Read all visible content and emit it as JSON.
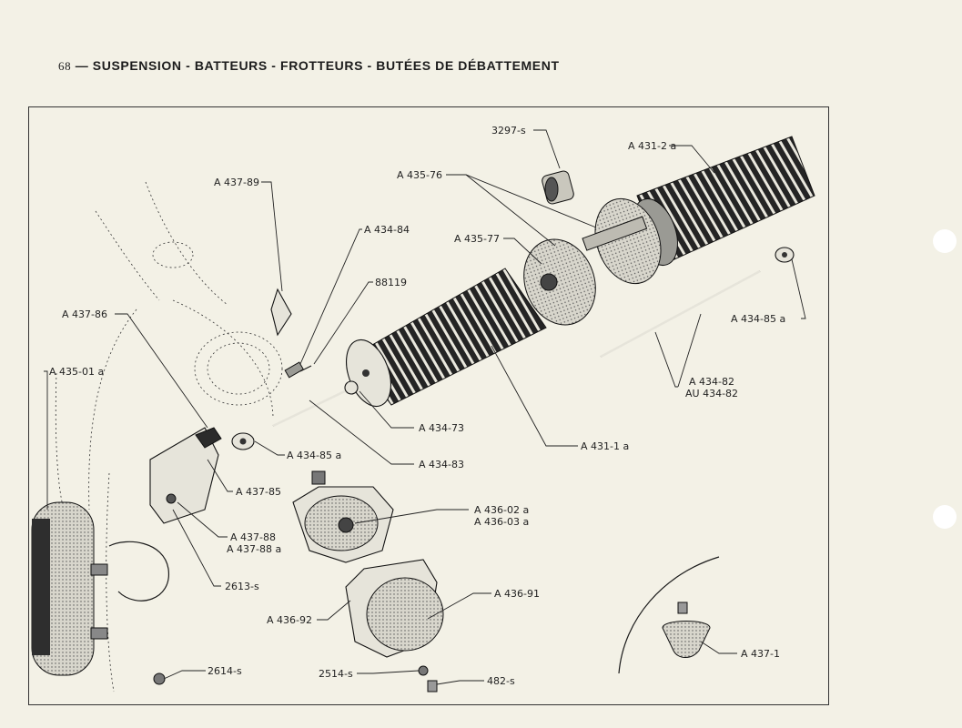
{
  "header": {
    "page_number": "68",
    "title": "— SUSPENSION - BATTEURS - FROTTEURS - BUTÉES DE DÉBATTEMENT"
  },
  "parts": [
    {
      "name": "part-label-3297-s",
      "text": "3297-s"
    },
    {
      "name": "part-label-a431-2a",
      "text": "A 431-2 a"
    },
    {
      "name": "part-label-a437-89",
      "text": "A 437-89"
    },
    {
      "name": "part-label-a435-76",
      "text": "A 435-76"
    },
    {
      "name": "part-label-a434-84",
      "text": "A 434-84"
    },
    {
      "name": "part-label-a435-77",
      "text": "A 435-77"
    },
    {
      "name": "part-label-88119",
      "text": "88119"
    },
    {
      "name": "part-label-a437-86",
      "text": "A 437-86"
    },
    {
      "name": "part-label-a434-85a-right",
      "text": "A 434-85 a"
    },
    {
      "name": "part-label-a435-01a",
      "text": "A 435-01 a"
    },
    {
      "name": "part-label-a434-82",
      "text": "A 434-82"
    },
    {
      "name": "part-label-au434-82",
      "text": "AU 434-82"
    },
    {
      "name": "part-label-a434-73",
      "text": "A 434-73"
    },
    {
      "name": "part-label-a431-1a",
      "text": "A 431-1 a"
    },
    {
      "name": "part-label-a434-85a-left",
      "text": "A 434-85 a"
    },
    {
      "name": "part-label-a434-83",
      "text": "A 434-83"
    },
    {
      "name": "part-label-a437-85",
      "text": "A 437-85"
    },
    {
      "name": "part-label-a436-02a",
      "text": "A 436-02 a"
    },
    {
      "name": "part-label-a436-03a",
      "text": "A 436-03 a"
    },
    {
      "name": "part-label-a437-88",
      "text": "A 437-88"
    },
    {
      "name": "part-label-a437-88a",
      "text": "A 437-88 a"
    },
    {
      "name": "part-label-2613-s",
      "text": "2613-s"
    },
    {
      "name": "part-label-a436-91",
      "text": "A 436-91"
    },
    {
      "name": "part-label-a436-92",
      "text": "A 436-92"
    },
    {
      "name": "part-label-a437-1",
      "text": "A 437-1"
    },
    {
      "name": "part-label-2614-s",
      "text": "2614-s"
    },
    {
      "name": "part-label-2514-s",
      "text": "2514-s"
    },
    {
      "name": "part-label-482-s",
      "text": "482-s"
    }
  ]
}
